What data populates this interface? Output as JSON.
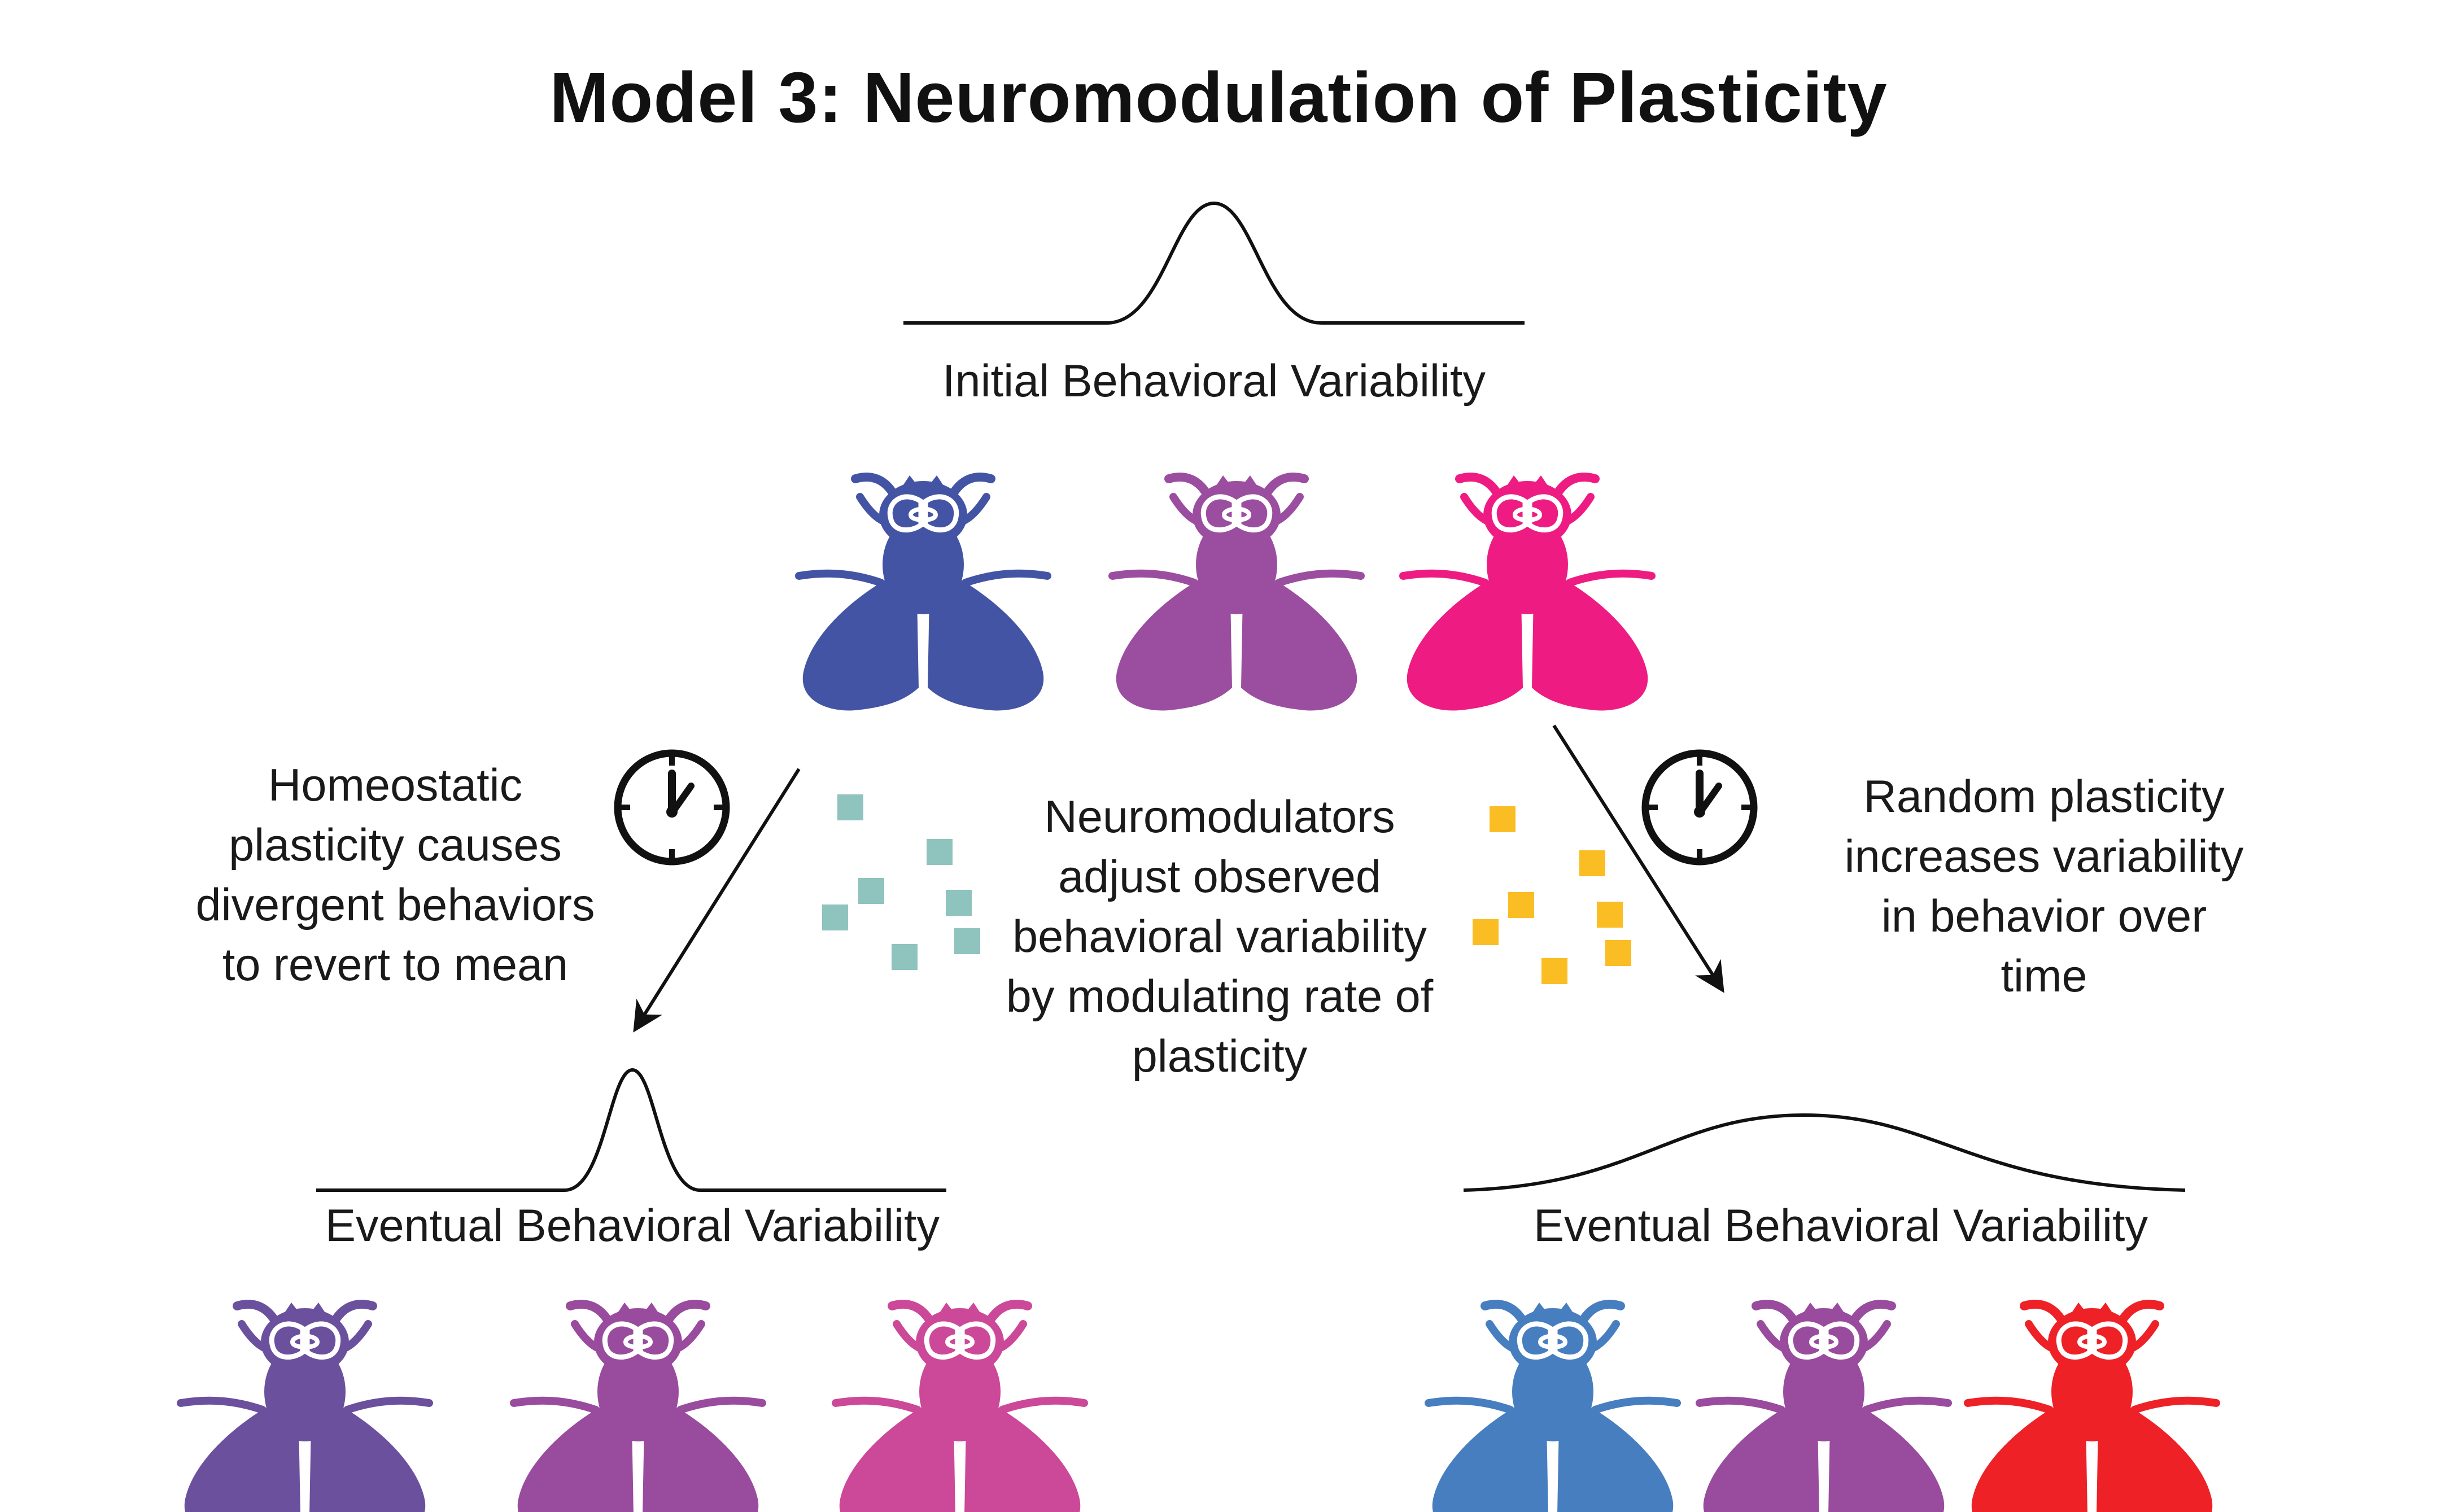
{
  "title": "Model 3: Neuromodulation of Plasticity",
  "top": {
    "label": "Initial Behavioral Variability",
    "fly_colors": [
      "#4454a4",
      "#9b4e9f",
      "#ee1c82"
    ]
  },
  "left": {
    "caption_lines": [
      "Homeostatic",
      "plasticity causes",
      "divergent behaviors",
      "to revert to mean"
    ],
    "label": "Eventual Behavioral Variability",
    "fly_colors": [
      "#6b509e",
      "#994b9e",
      "#cc4898"
    ]
  },
  "center": {
    "caption_lines": [
      "Neuromodulators",
      "adjust observed",
      "behavioral variability",
      "by modulating rate of",
      "plasticity"
    ],
    "left_square_color": "#8fc3bd",
    "right_square_color": "#fbbd24"
  },
  "right": {
    "caption_lines": [
      "Random plasticity",
      "increases variability",
      "in behavior over",
      "time"
    ],
    "label": "Eventual Behavioral Variability",
    "fly_colors": [
      "#477ebf",
      "#994b9e",
      "#ee2127"
    ]
  },
  "icons": {
    "left_clock": "clock-icon",
    "right_clock": "clock-icon"
  }
}
